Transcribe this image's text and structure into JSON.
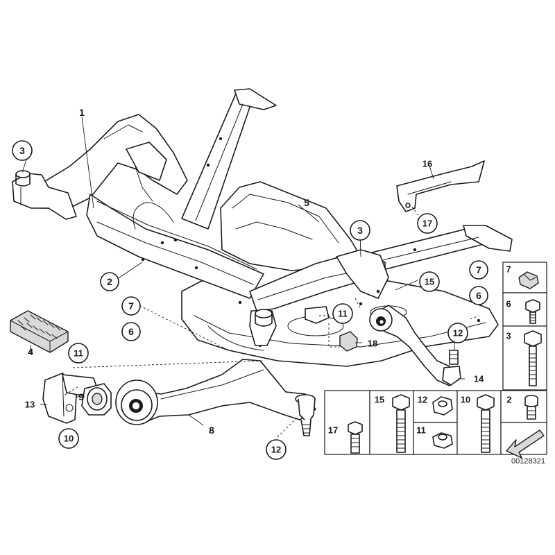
{
  "diagram": {
    "callouts": {
      "c1": "1",
      "c2": "2",
      "c3a": "3",
      "c3b": "3",
      "c4": "4",
      "c5": "5",
      "c6a": "6",
      "c6b": "6",
      "c7a": "7",
      "c7b": "7",
      "c8": "8",
      "c9": "9",
      "c10": "10",
      "c11a": "11",
      "c11b": "11",
      "c12a": "12",
      "c12b": "12",
      "c13": "13",
      "c14": "14",
      "c15": "15",
      "c16": "16",
      "c17": "17",
      "c18": "18"
    },
    "hardware_panel": {
      "right": [
        "7",
        "6",
        "3"
      ],
      "bottom": [
        "15",
        "12",
        "11",
        "10",
        "2",
        "17"
      ]
    },
    "diagram_code": "00128321"
  }
}
